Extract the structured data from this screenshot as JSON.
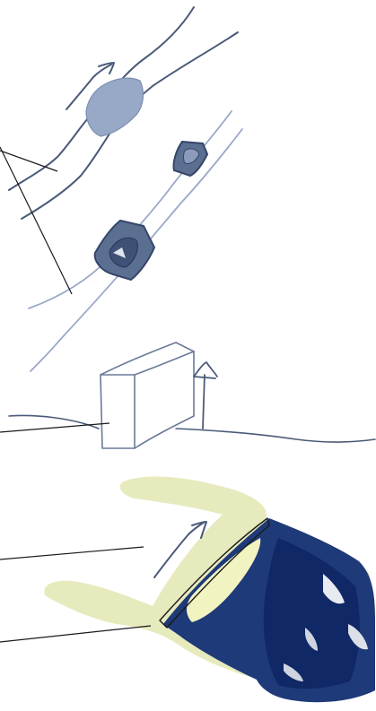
{
  "panels": [
    {
      "name": "top-panel"
    },
    {
      "name": "middle-panel"
    },
    {
      "name": "bottom-panel"
    }
  ],
  "colors": {
    "ink": "#4a5a78",
    "light_ink": "#9aa8c8",
    "leader_line": "#1a1a1a",
    "shaded_band": "#97a9c7",
    "cutout_fill": "#5b6f91",
    "dark_blue": "#1e3a78",
    "deep_blue": "#0d2460",
    "yellow_wash": "#e4e8b6",
    "pale_yellow": "#f1f3c0",
    "background": "#ffffff"
  },
  "icons": [
    "arrow-up-icon",
    "arrow-up-icon",
    "arrow-up-icon"
  ]
}
